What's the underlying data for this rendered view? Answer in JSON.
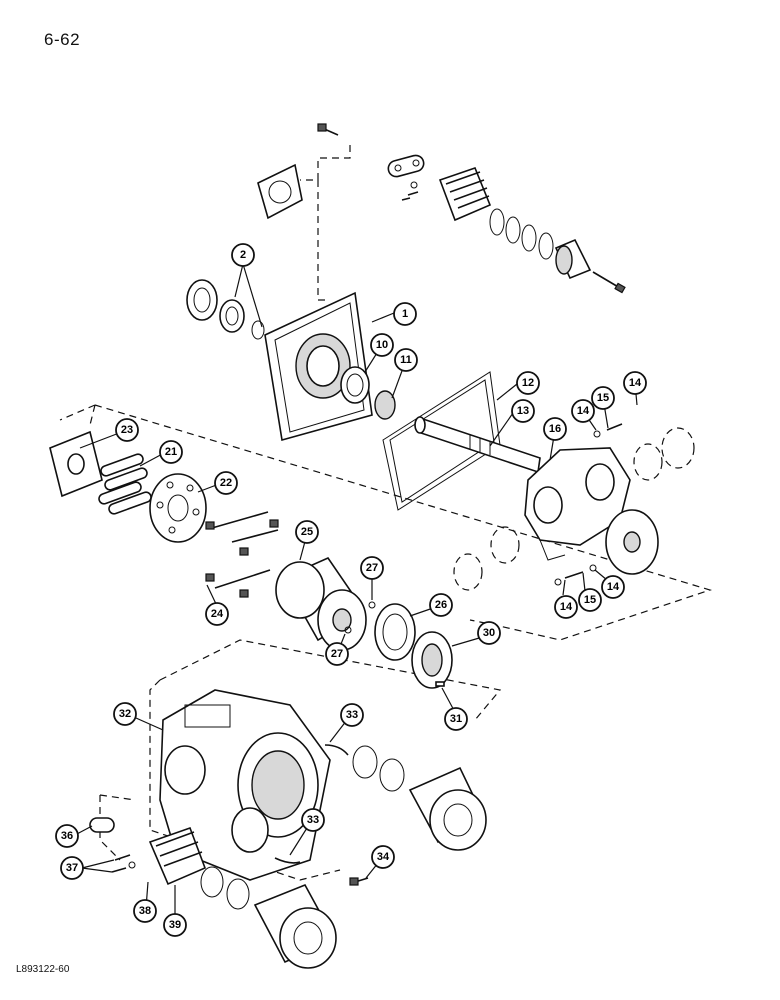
{
  "page_number": "6-62",
  "figure_code": "L893122-60",
  "callouts": [
    "1",
    "2",
    "10",
    "11",
    "12",
    "13",
    "14",
    "14",
    "14",
    "14",
    "15",
    "15",
    "16",
    "21",
    "22",
    "23",
    "24",
    "25",
    "26",
    "27",
    "27",
    "30",
    "31",
    "32",
    "33",
    "33",
    "34",
    "36",
    "37",
    "38",
    "39"
  ]
}
